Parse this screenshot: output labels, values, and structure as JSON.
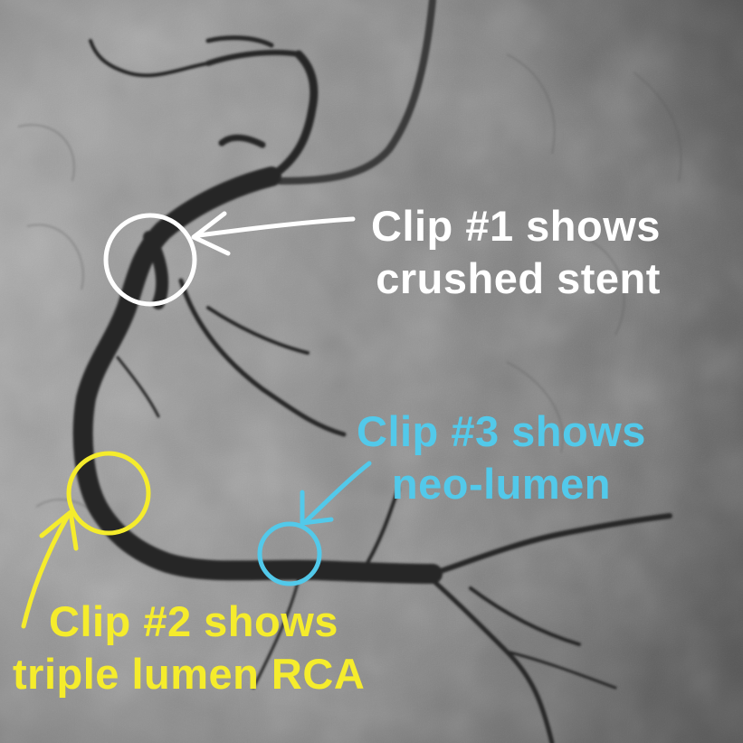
{
  "colors": {
    "white": "#ffffff",
    "yellow": "#f5ec2c",
    "cyan": "#52c9ea",
    "background": "#8a8a8a",
    "vessel": "#262626"
  },
  "annotations": [
    {
      "id": "clip-1",
      "lines": [
        "Clip #1 shows",
        "crushed stent"
      ],
      "color_key": "white"
    },
    {
      "id": "clip-2",
      "lines": [
        "Clip #2 shows",
        "triple lumen RCA"
      ],
      "color_key": "yellow"
    },
    {
      "id": "clip-3",
      "lines": [
        "Clip #3 shows",
        "neo-lumen"
      ],
      "color_key": "cyan"
    }
  ]
}
